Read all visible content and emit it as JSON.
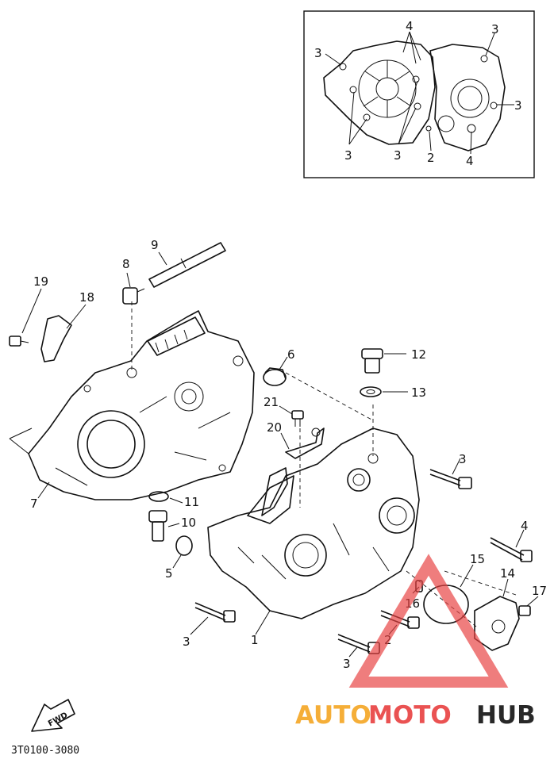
{
  "diagram": {
    "part_number": "3T0100-3080",
    "fwd_label": "FWD",
    "callouts": [
      "1",
      "2",
      "3",
      "4",
      "5",
      "6",
      "7",
      "8",
      "9",
      "10",
      "11",
      "12",
      "13",
      "14",
      "15",
      "16",
      "17",
      "18",
      "19",
      "20",
      "21"
    ],
    "inset_callouts": [
      "3",
      "4",
      "3",
      "3",
      "3",
      "3",
      "2",
      "4"
    ]
  },
  "watermark": {
    "auto": "AUTO",
    "moto": "MOTO",
    "hub": "HUB",
    "colors": {
      "auto": "#f5a623",
      "moto": "#e84040",
      "hub": "#111111"
    }
  }
}
